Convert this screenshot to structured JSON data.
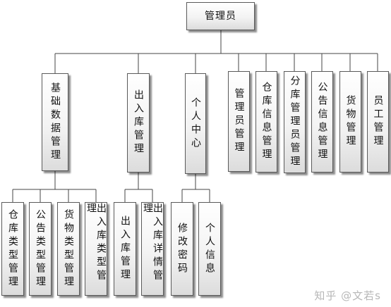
{
  "root": {
    "label": "管理员"
  },
  "branches": {
    "base_data": {
      "label": "基础数据管理"
    },
    "stock_io": {
      "label": "出入库管理"
    },
    "personal": {
      "label": "个人中心"
    },
    "admin_mgmt": {
      "label": "管理员管理"
    },
    "warehouse_info": {
      "label": "仓库信息管理"
    },
    "sub_warehouse_admin": {
      "label": "分库管理员管理"
    },
    "notice_info": {
      "label": "公告信息管理"
    },
    "goods": {
      "label": "货物管理"
    },
    "staff": {
      "label": "员工管理"
    }
  },
  "base_data_children": {
    "warehouse_type": {
      "label": "仓库类型管理"
    },
    "notice_type": {
      "label": "公告类型管理"
    },
    "goods_type": {
      "label": "货物类型管理"
    },
    "io_type": {
      "label": "出入库类型管理"
    }
  },
  "stock_io_children": {
    "io_mgmt": {
      "label": "出入库管理"
    },
    "io_detail": {
      "label": "出入库详情管理"
    }
  },
  "personal_children": {
    "change_password": {
      "label": "修改密码"
    },
    "personal_info": {
      "label": "个人信息"
    }
  },
  "watermark": {
    "text": "知乎 @文若s"
  }
}
